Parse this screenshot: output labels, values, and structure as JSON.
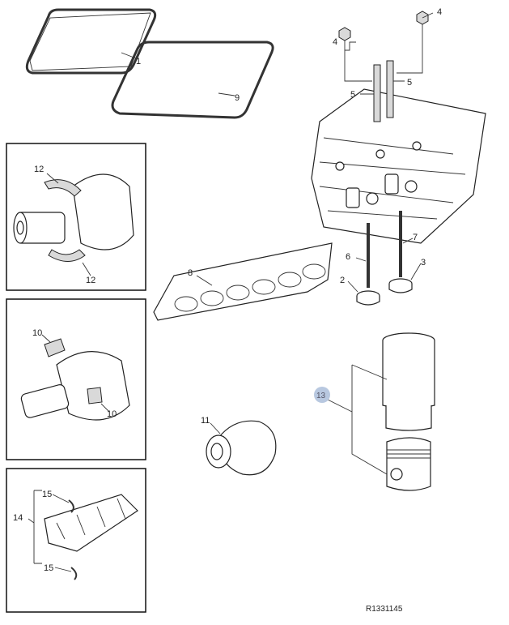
{
  "callouts": {
    "c1": "1",
    "c9": "9",
    "c4a": "4",
    "c4b": "4",
    "c5a": "5",
    "c5b": "5",
    "c12a": "12",
    "c12b": "12",
    "c10a": "10",
    "c10b": "10",
    "c8": "8",
    "c6": "6",
    "c7": "7",
    "c2": "2",
    "c3": "3",
    "c13": "13",
    "c11": "11",
    "c14": "14",
    "c15a": "15",
    "c15b": "15"
  },
  "highlight_color": "#b8c8e0",
  "figure_id": "R1331145"
}
